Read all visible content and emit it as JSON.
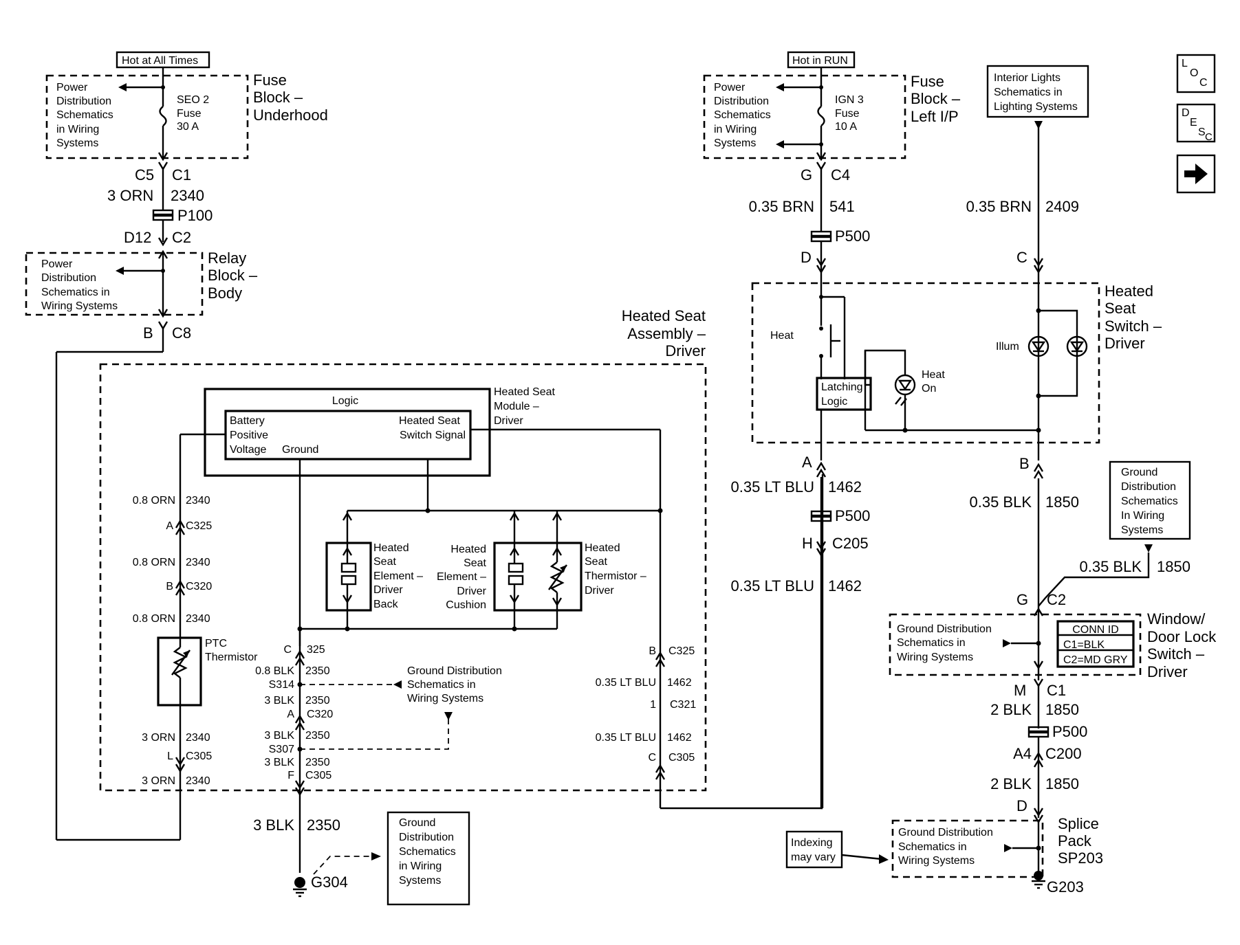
{
  "nav": {
    "loc_label": "LOC",
    "desc_label": "DESC",
    "next_label": "→"
  },
  "top_left": {
    "hot_label": "Hot at All Times",
    "pd_text": [
      "Power",
      "Distribution",
      "Schematics",
      "in Wiring",
      "Systems"
    ],
    "fuse_text": [
      "SEO 2",
      "Fuse",
      "30 A"
    ],
    "block_title": [
      "Fuse",
      "Block –",
      "Underhood"
    ],
    "c5": "C5",
    "c1": "C1",
    "wire_color": "3 ORN",
    "wire_circuit": "2340",
    "p100": "P100",
    "d12": "D12",
    "c2": "C2",
    "relay_pd_text": [
      "Power",
      "Distribution",
      "Schematics in",
      "Wiring Systems"
    ],
    "relay_title": [
      "Relay",
      "Block –",
      "Body"
    ],
    "b": "B",
    "c8": "C8"
  },
  "seat_assembly": {
    "title": [
      "Heated Seat",
      "Assembly –",
      "Driver"
    ],
    "module_label": [
      "Heated Seat",
      "Module –",
      "Driver"
    ],
    "logic": "Logic",
    "bat_label": [
      "Battery",
      "Positive",
      "Voltage"
    ],
    "ground": "Ground",
    "switch_signal": [
      "Heated Seat",
      "Switch Signal"
    ],
    "back_label": [
      "Heated",
      "Seat",
      "Element –",
      "Driver",
      "Back"
    ],
    "cushion_label": [
      "Heated",
      "Seat",
      "Element –",
      "Driver",
      "Cushion"
    ],
    "thermistor_label": [
      "Heated",
      "Seat",
      "Thermistor –",
      "Driver"
    ],
    "ptc": [
      "PTC",
      "Thermistor"
    ],
    "left_wires": [
      {
        "wire": "0.8 ORN",
        "circ": "2340"
      },
      {
        "pin": "A",
        "conn": "C325"
      },
      {
        "wire": "0.8 ORN",
        "circ": "2340"
      },
      {
        "pin": "B",
        "conn": "C320"
      },
      {
        "wire": "0.8 ORN",
        "circ": "2340"
      },
      {
        "wire": "3 ORN",
        "circ": "2340"
      },
      {
        "pin": "L",
        "conn": "C305"
      },
      {
        "wire": "3 ORN",
        "circ": "2340"
      }
    ],
    "ground_wires": {
      "c": "C",
      "c325": "325",
      "w1": "0.8 BLK",
      "n1": "2350",
      "s314": "S314",
      "w2": "3 BLK",
      "n2": "2350",
      "a": "A",
      "c320": "C320",
      "w3": "3 BLK",
      "n3": "2350",
      "s307": "S307",
      "w4": "3 BLK",
      "n4": "2350",
      "f": "F",
      "c305": "C305"
    },
    "gnd_dist": [
      "Ground Distribution",
      "Schematics in",
      "Wiring Systems"
    ],
    "right_wires": {
      "b": "B",
      "c325": "C325",
      "w1": "0.35 LT BLU",
      "n1": "1462",
      "p1": "1",
      "c321": "C321",
      "w2": "0.35 LT BLU",
      "n2": "1462",
      "c": "C",
      "c305": "C305"
    }
  },
  "bottom_left": {
    "wire": "3 BLK",
    "circ": "2350",
    "g304": "G304",
    "gnd_box": [
      "Ground",
      "Distribution",
      "Schematics",
      "in Wiring",
      "Systems"
    ]
  },
  "top_mid": {
    "hot_label": "Hot in RUN",
    "pd_text": [
      "Power",
      "Distribution",
      "Schematics",
      "in Wiring",
      "Systems"
    ],
    "fuse_text": [
      "IGN 3",
      "Fuse",
      "10 A"
    ],
    "block_title": [
      "Fuse",
      "Block –",
      "Left I/P"
    ],
    "g": "G",
    "c4": "C4",
    "wire": "0.35 BRN",
    "circ": "541",
    "p500": "P500",
    "d": "D"
  },
  "interior": {
    "box": [
      "Interior Lights",
      "Schematics in",
      "Lighting Systems"
    ],
    "wire": "0.35 BRN",
    "circ": "2409",
    "c": "C"
  },
  "switch": {
    "title": [
      "Heated",
      "Seat",
      "Switch –",
      "Driver"
    ],
    "heat": "Heat",
    "latching": [
      "Latching",
      "Logic"
    ],
    "heat_on": [
      "Heat",
      "On"
    ],
    "illum": "Illum"
  },
  "mid_wires": {
    "a": "A",
    "w1": "0.35 LT BLU",
    "n1": "1462",
    "p500": "P500",
    "h": "H",
    "c205": "C205",
    "w2": "0.35 LT BLU",
    "n2": "1462"
  },
  "right_wires": {
    "b": "B",
    "w1": "0.35 BLK",
    "n1": "1850",
    "gnd_box": [
      "Ground",
      "Distribution",
      "Schematics",
      "In Wiring",
      "Systems"
    ],
    "w2": "0.35 BLK",
    "n2": "1850",
    "g": "G",
    "c2": "C2",
    "gnd_dist": [
      "Ground Distribution",
      "Schematics in",
      "Wiring Systems"
    ],
    "conn_id": "CONN ID",
    "c1_blk": "C1=BLK",
    "c2_gry": "C2=MD GRY",
    "window_title": [
      "Window/",
      "Door Lock",
      "Switch –",
      "Driver"
    ],
    "m": "M",
    "c1": "C1",
    "w3": "2 BLK",
    "n3": "1850",
    "p500": "P500",
    "a4": "A4",
    "c200": "C200",
    "w4": "2 BLK",
    "n4": "1850",
    "d": "D",
    "splice_gnd": [
      "Ground Distribution",
      "Schematics in",
      "Wiring Systems"
    ],
    "splice_title": [
      "Splice",
      "Pack",
      "SP203"
    ],
    "indexing": [
      "Indexing",
      "may vary"
    ],
    "g203": "G203"
  }
}
